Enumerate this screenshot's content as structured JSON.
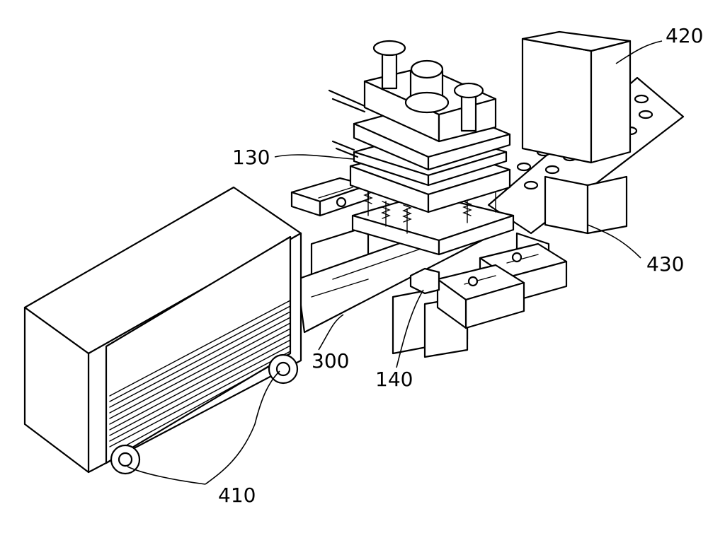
{
  "labels": {
    "r420": "420",
    "r130": "130",
    "r430": "430",
    "r300": "300",
    "r140": "140",
    "r410": "410"
  }
}
